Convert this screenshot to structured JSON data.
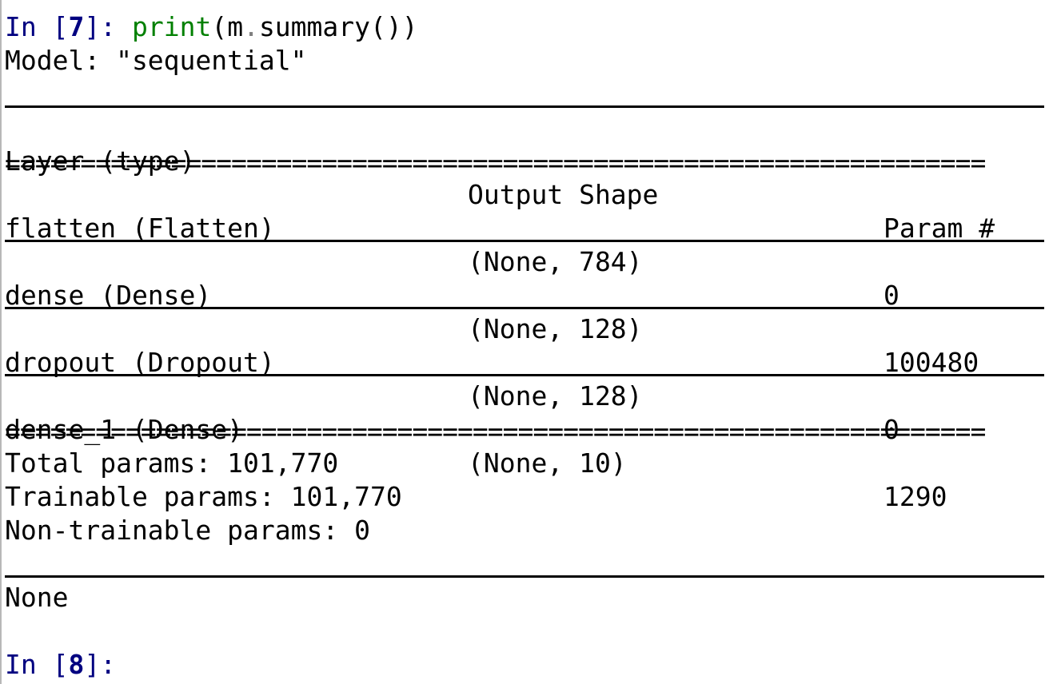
{
  "cells": [
    {
      "prompt": {
        "prefix": "In [",
        "number": "7",
        "suffix": "]: "
      },
      "code": {
        "func": "print",
        "open": "(",
        "obj": "m",
        "dot": ".",
        "method": "summary()",
        "close": ")"
      }
    }
  ],
  "output": {
    "model_line": "Model: \"sequential\"",
    "header": {
      "layer": "Layer (type)",
      "shape": "Output Shape",
      "param": "Param #"
    },
    "double_rule": "=================================================================",
    "rows": [
      {
        "layer": "flatten (Flatten)",
        "shape": "(None, 784)",
        "param": "0"
      },
      {
        "layer": "dense (Dense)",
        "shape": "(None, 128)",
        "param": "100480"
      },
      {
        "layer": "dropout (Dropout)",
        "shape": "(None, 128)",
        "param": "0"
      },
      {
        "layer": "dense_1 (Dense)",
        "shape": "(None, 10)",
        "param": "1290"
      }
    ],
    "total_params": "Total params: 101,770",
    "trainable_params": "Trainable params: 101,770",
    "non_trainable_params": "Non-trainable params: 0",
    "return_value": "None"
  },
  "next_prompt": {
    "prefix": "In [",
    "number": "8",
    "suffix": "]: "
  },
  "colors": {
    "prompt": "#000080",
    "builtin": "#008000",
    "operator": "#808080",
    "text": "#000000"
  }
}
